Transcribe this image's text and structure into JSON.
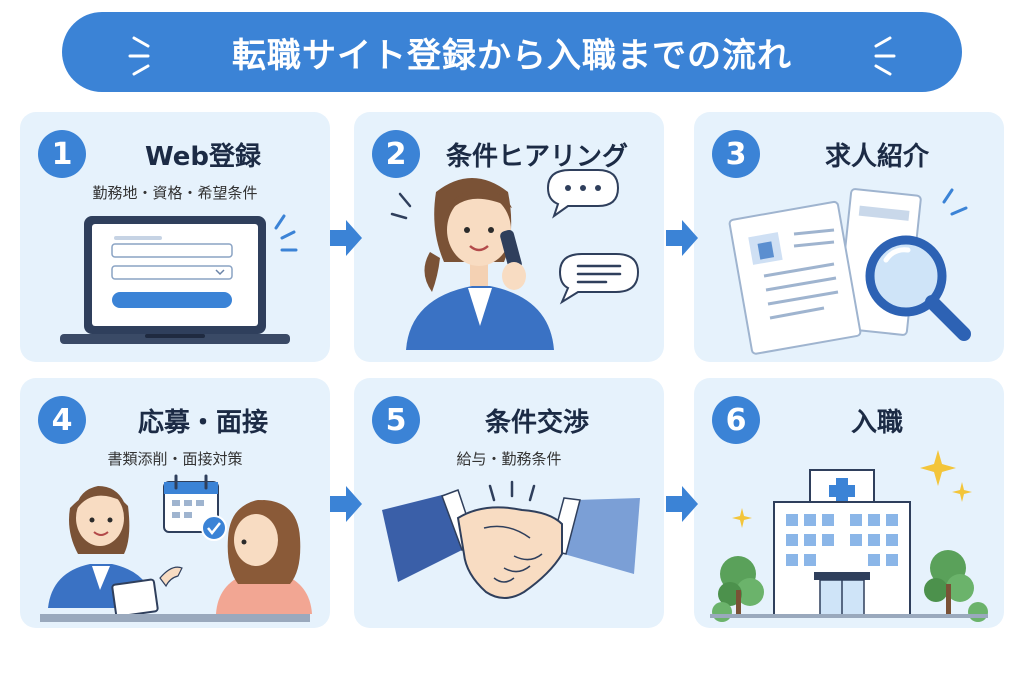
{
  "title": "転職サイト登録から入職までの流れ",
  "colors": {
    "accent": "#3b83d6",
    "card_bg": "#e6f2fc",
    "title_text": "#ffffff"
  },
  "steps": [
    {
      "number": "1",
      "title": "Web登録",
      "subtitle": "勤務地・資格・希望条件",
      "icon": "laptop-form-icon"
    },
    {
      "number": "2",
      "title": "条件ヒアリング",
      "subtitle": "",
      "icon": "phone-consultant-icon"
    },
    {
      "number": "3",
      "title": "求人紹介",
      "subtitle": "",
      "icon": "documents-magnifier-icon"
    },
    {
      "number": "4",
      "title": "応募・面接",
      "subtitle": "書類添削・面接対策",
      "icon": "interview-icon"
    },
    {
      "number": "5",
      "title": "条件交渉",
      "subtitle": "給与・勤務条件",
      "icon": "handshake-icon"
    },
    {
      "number": "6",
      "title": "入職",
      "subtitle": "",
      "icon": "hospital-icon"
    }
  ]
}
